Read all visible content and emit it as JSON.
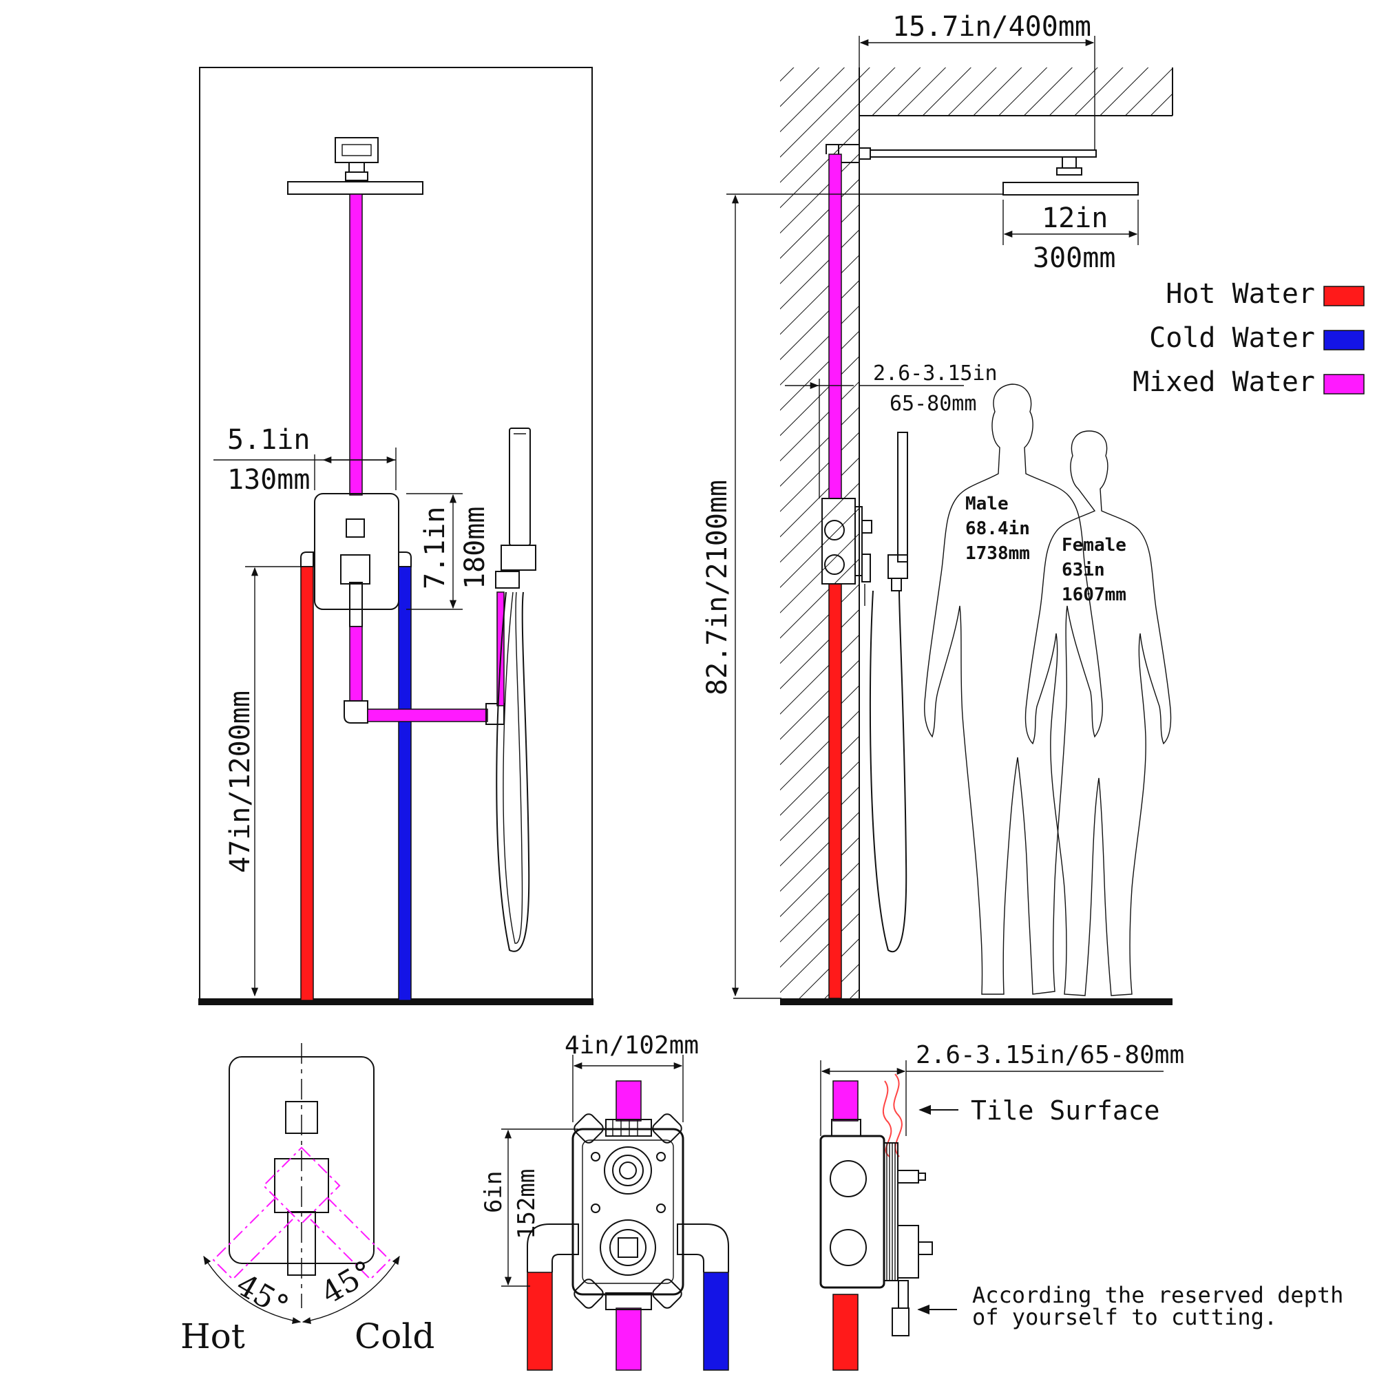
{
  "colors": {
    "hot": "#ff1a1a",
    "cold": "#1414e6",
    "mixed": "#ff1aff",
    "line": "#111111"
  },
  "front_view": {
    "width_in": "5.1in",
    "width_mm": "130mm",
    "valve_height_in": "7.1in",
    "valve_height_mm": "180mm",
    "inlet_height": "47in/1200mm"
  },
  "side_view": {
    "arm_length": "15.7in/400mm",
    "head_in": "12in",
    "head_mm": "300mm",
    "depth_in": "2.6-3.15in",
    "depth_mm": "65-80mm",
    "total_height": "82.7in/2100mm",
    "male": {
      "label": "Male",
      "in": "68.4in",
      "mm": "1738mm"
    },
    "female": {
      "label": "Female",
      "in": "63in",
      "mm": "1607mm"
    }
  },
  "legend": [
    {
      "label": "Hot Water",
      "color": "#ff1a1a"
    },
    {
      "label": "Cold Water",
      "color": "#1414e6"
    },
    {
      "label": "Mixed Water",
      "color": "#ff1aff"
    }
  ],
  "handle": {
    "angle_left": "45°",
    "angle_right": "45°",
    "hot_label": "Hot",
    "cold_label": "Cold"
  },
  "valve_body": {
    "width": "4in/102mm",
    "height_in": "6in",
    "height_mm": "152mm"
  },
  "valve_side": {
    "depth": "2.6-3.15in/65-80mm",
    "tile_surface": "Tile Surface",
    "note_line1": "According the reserved depth",
    "note_line2": "of yourself to cutting."
  }
}
